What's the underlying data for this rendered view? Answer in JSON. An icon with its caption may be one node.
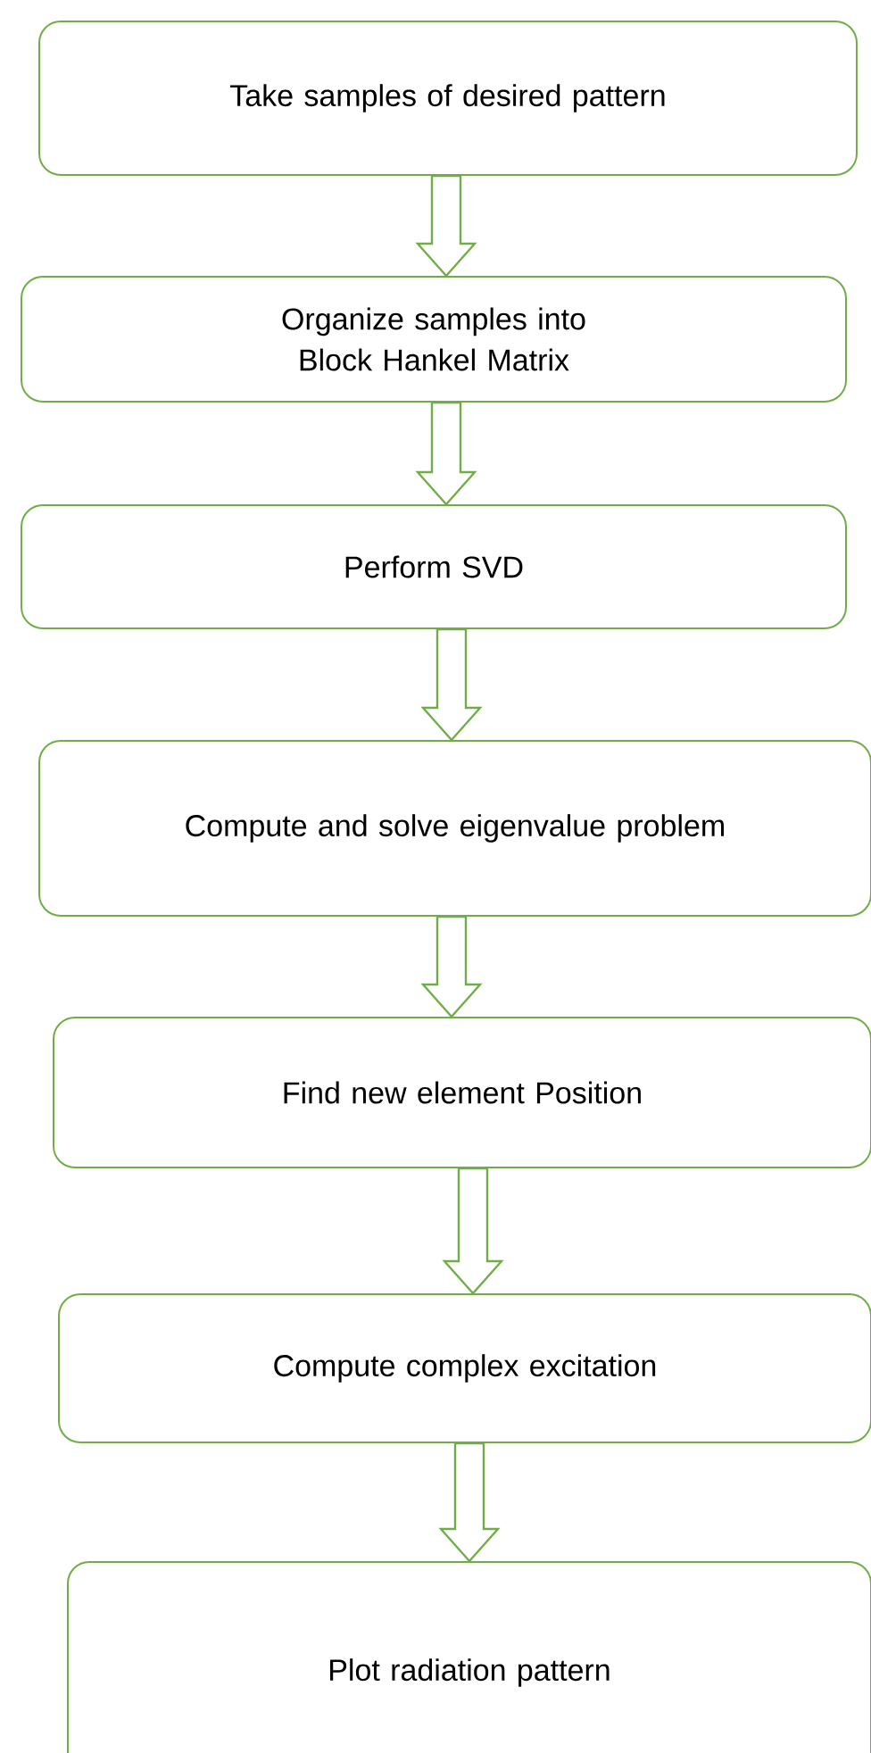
{
  "diagram": {
    "nodes": [
      {
        "text": [
          "Take samples of desired pattern"
        ]
      },
      {
        "text": [
          "Organize samples into Block Hankel Matrix"
        ]
      },
      {
        "text": [
          "Perform SVD"
        ]
      },
      {
        "text": [
          "Compute and solve eigenvalue problem"
        ]
      },
      {
        "text": [
          "Find new element Position"
        ]
      },
      {
        "text": [
          "Compute complex excitation"
        ]
      },
      {
        "text": [
          "Plot radiation pattern"
        ]
      }
    ],
    "edges": [
      {
        "from": 0,
        "to": 1,
        "arrow": "to"
      },
      {
        "from": 1,
        "to": 2,
        "arrow": "to"
      },
      {
        "from": 2,
        "to": 3,
        "arrow": "to"
      },
      {
        "from": 3,
        "to": 4,
        "arrow": "to"
      },
      {
        "from": 4,
        "to": 5,
        "arrow": "to"
      },
      {
        "from": 5,
        "to": 6,
        "arrow": "to"
      }
    ]
  }
}
